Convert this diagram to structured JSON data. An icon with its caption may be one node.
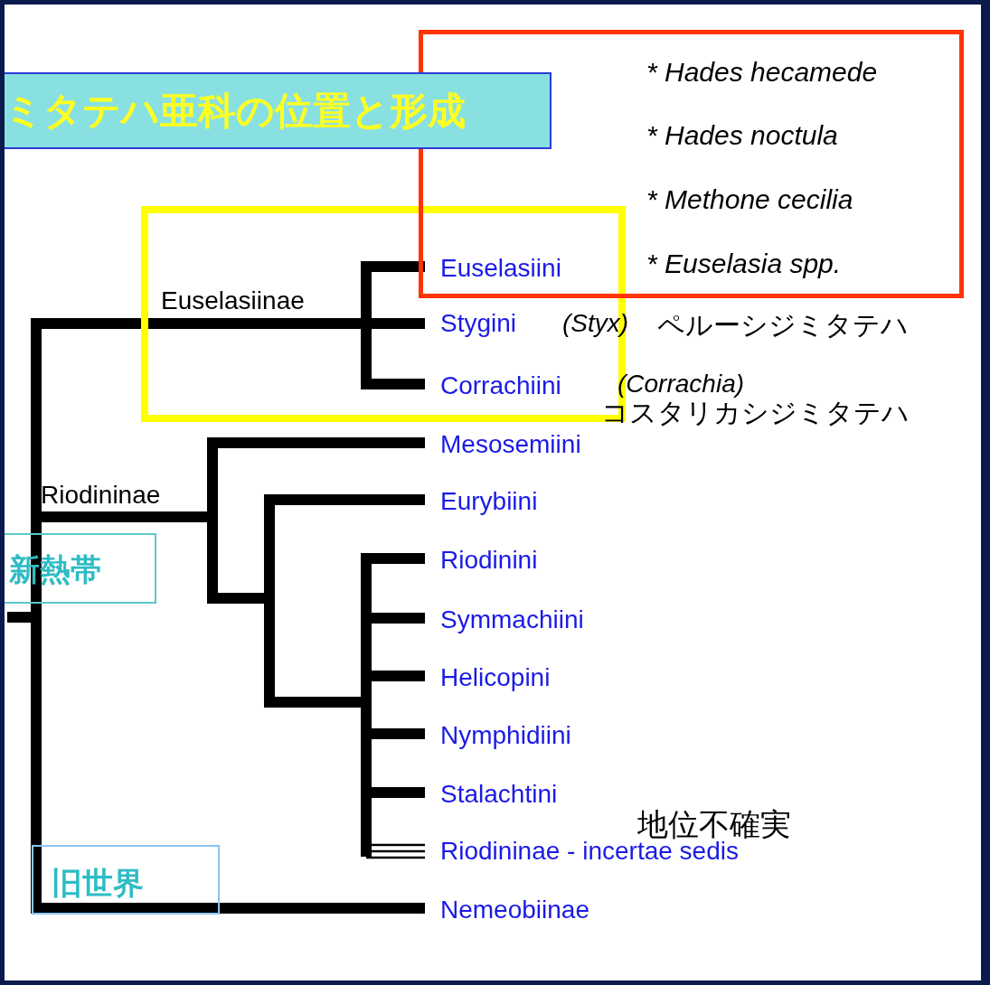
{
  "diagram": {
    "title": "ミタテハ亜科の位置と形成",
    "nodes": [
      {
        "text": [
          "* Hades hecamede",
          "* Hades noctula",
          "* Methone cecilia",
          "* Euselasia spp."
        ]
      },
      {
        "text": [
          "新熱帯"
        ]
      },
      {
        "text": [
          "旧世界"
        ]
      }
    ],
    "labels": [
      "Euselasiini",
      "Euselasiinae",
      "Stygini",
      "(Styx)",
      "ペルーシジミタテハ",
      "Corrachiini",
      "(Corrachia)",
      "コスタリカシジミタテハ",
      "Mesosemiini",
      "Riodininae",
      "Eurybiini",
      "Riodinini",
      "Symmachiini",
      "Helicopini",
      "Nymphidiini",
      "Stalachtini",
      "地位不確実",
      "Riodininae - incertae sedis",
      "Nemeobiinae"
    ]
  }
}
